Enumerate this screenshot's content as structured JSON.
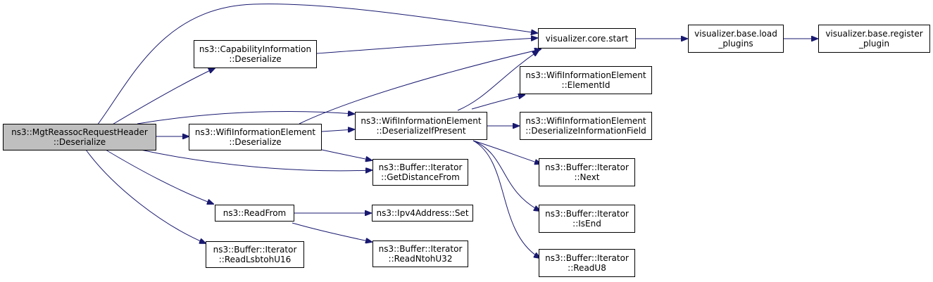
{
  "graph": {
    "edge_color": "#191970",
    "root_fill": "#bfbfbf",
    "node_fill": "#ffffff",
    "nodes": {
      "root": {
        "line1": "ns3::MgtReassocRequestHeader",
        "line2": "::Deserialize"
      },
      "cap": {
        "line1": "ns3::CapabilityInformation",
        "line2": "::Deserialize"
      },
      "wieDes": {
        "line1": "ns3::WifiInformationElement",
        "line2": "::Deserialize"
      },
      "readFrom": {
        "line1": "ns3::ReadFrom"
      },
      "readLsb": {
        "line1": "ns3::Buffer::Iterator",
        "line2": "::ReadLsbtohU16"
      },
      "wieDip": {
        "line1": "ns3::WifiInformationElement",
        "line2": "::DeserializeIfPresent"
      },
      "getDist": {
        "line1": "ns3::Buffer::Iterator",
        "line2": "::GetDistanceFrom"
      },
      "ipv4": {
        "line1": "ns3::Ipv4Address::Set"
      },
      "readNtoh": {
        "line1": "ns3::Buffer::Iterator",
        "line2": "::ReadNtohU32"
      },
      "vizStart": {
        "line1": "visualizer.core.start"
      },
      "elemId": {
        "line1": "ns3::WifiInformationElement",
        "line2": "::ElementId"
      },
      "desInfo": {
        "line1": "ns3::WifiInformationElement",
        "line2": "::DeserializeInformationField"
      },
      "next": {
        "line1": "ns3::Buffer::Iterator",
        "line2": "::Next"
      },
      "isEnd": {
        "line1": "ns3::Buffer::Iterator",
        "line2": "::IsEnd"
      },
      "readU8": {
        "line1": "ns3::Buffer::Iterator",
        "line2": "::ReadU8"
      },
      "loadPlugins": {
        "line1": "visualizer.base.load",
        "line2": "_plugins"
      },
      "registerPlugin": {
        "line1": "visualizer.base.register",
        "line2": "_plugin"
      }
    },
    "edges": [
      {
        "from": "root",
        "to": "vizStart"
      },
      {
        "from": "root",
        "to": "cap"
      },
      {
        "from": "root",
        "to": "wieDip"
      },
      {
        "from": "root",
        "to": "wieDes"
      },
      {
        "from": "root",
        "to": "getDist"
      },
      {
        "from": "root",
        "to": "readFrom"
      },
      {
        "from": "root",
        "to": "readLsb"
      },
      {
        "from": "cap",
        "to": "vizStart"
      },
      {
        "from": "wieDes",
        "to": "vizStart"
      },
      {
        "from": "wieDes",
        "to": "wieDip"
      },
      {
        "from": "wieDes",
        "to": "getDist"
      },
      {
        "from": "readFrom",
        "to": "ipv4"
      },
      {
        "from": "readFrom",
        "to": "readNtoh"
      },
      {
        "from": "wieDip",
        "to": "vizStart"
      },
      {
        "from": "wieDip",
        "to": "elemId"
      },
      {
        "from": "wieDip",
        "to": "desInfo"
      },
      {
        "from": "wieDip",
        "to": "next"
      },
      {
        "from": "wieDip",
        "to": "isEnd"
      },
      {
        "from": "wieDip",
        "to": "readU8"
      },
      {
        "from": "vizStart",
        "to": "loadPlugins"
      },
      {
        "from": "loadPlugins",
        "to": "registerPlugin"
      }
    ]
  }
}
